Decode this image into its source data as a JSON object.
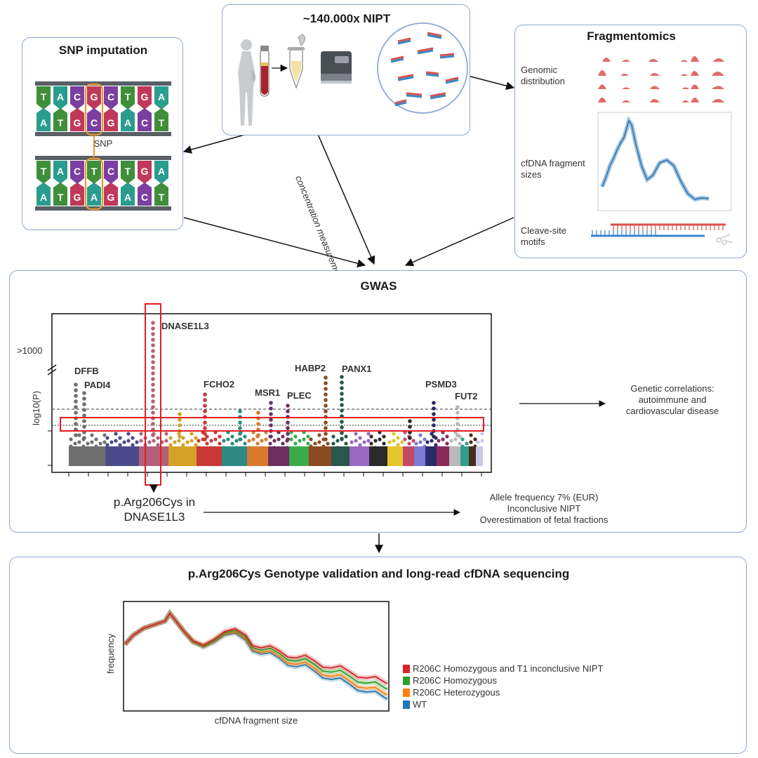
{
  "nipt": {
    "title": "~140.000x NIPT"
  },
  "snp": {
    "title": "SNP imputation",
    "snp_label": "SNP",
    "strand1_top": [
      "T",
      "A",
      "C",
      "G",
      "C",
      "T",
      "G",
      "A"
    ],
    "strand1_bottom": [
      "A",
      "T",
      "G",
      "C",
      "G",
      "A",
      "C",
      "T"
    ],
    "strand2_top": [
      "T",
      "A",
      "C",
      "T",
      "C",
      "T",
      "G",
      "A"
    ],
    "strand2_bottom": [
      "A",
      "T",
      "G",
      "A",
      "G",
      "A",
      "C",
      "T"
    ]
  },
  "fragmentomics": {
    "title": "Fragmentomics",
    "genomic_distribution": "Genomic distribution",
    "fragment_sizes": "cfDNA fragment sizes",
    "cleave_site": "Cleave-site motifs"
  },
  "arrows": {
    "concentration": "concentration measurements"
  },
  "gwas": {
    "title": "GWAS",
    "y_break_label": ">1000",
    "ylabel": "log10(P)",
    "variant_label": "p.Arg206Cys in DNASE1L3",
    "genetic_correlations": "Genetic correlations: autoimmune and cardiovascular disease",
    "outcome_lines": [
      "Allele frequency 7% (EUR)",
      "Inconclusive NIPT",
      "Overestimation of fetal fractions"
    ],
    "genes": [
      "DNASE1L3",
      "DFFB",
      "PADI4",
      "FCHO2",
      "MSR1",
      "PLEC",
      "HABP2",
      "PANX1",
      "PSMD3",
      "FUT2"
    ]
  },
  "validation": {
    "title": "p.Arg206Cys Genotype validation and long-read cfDNA sequencing",
    "ylabel": "frequency",
    "xlabel": "cfDNA fragment size",
    "legend": [
      {
        "label": "R206C Homozygous and T1 inconclusive NIPT",
        "color": "#d62728"
      },
      {
        "label": "R206C Homozygous",
        "color": "#2ca02c"
      },
      {
        "label": "R206C Heterozygous",
        "color": "#ff7f0e"
      },
      {
        "label": "WT",
        "color": "#1f77b4"
      }
    ]
  },
  "colors": {
    "panel_border": "#8fa9cf",
    "highlight_red": "#e02020",
    "fragment_red": "#d9534f",
    "fragment_blue": "#3a86c8"
  }
}
